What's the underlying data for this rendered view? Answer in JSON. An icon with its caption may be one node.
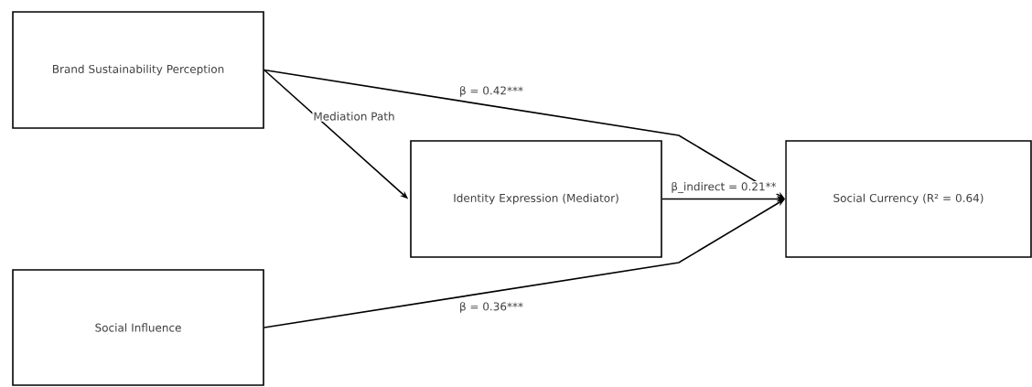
{
  "diagram": {
    "nodes": [
      {
        "text": [
          "Brand Sustainability Perception"
        ]
      },
      {
        "text": [
          "Identity Expression (Mediator)"
        ]
      },
      {
        "text": [
          "Social Influence"
        ]
      },
      {
        "text": [
          "Social Currency (R² = 0.64)"
        ]
      }
    ],
    "edges": [
      {
        "from": 0,
        "to": 3,
        "arrow": "to",
        "label": "β = 0.42***"
      },
      {
        "from": 0,
        "to": 1,
        "arrow": "to",
        "label": "Mediation Path"
      },
      {
        "from": 1,
        "to": 3,
        "arrow": "to",
        "label": "β_indirect = 0.21**"
      },
      {
        "from": 2,
        "to": 3,
        "arrow": "to",
        "label": "β = 0.36***"
      }
    ]
  }
}
